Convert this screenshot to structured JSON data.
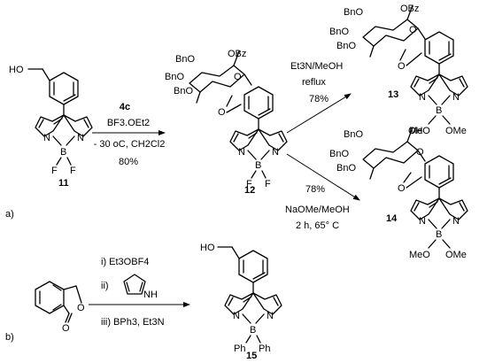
{
  "part_a": {
    "label": "a)",
    "compound_11": {
      "number": "11",
      "atoms": {
        "ho": "HO",
        "n1": "N",
        "n2": "N",
        "b": "B",
        "f1": "F",
        "f2": "F"
      }
    },
    "step1": {
      "reagent": "4c",
      "reagent2": "BF3.OEt2",
      "conditions": "- 30 oC, CH2Cl2",
      "yield": "80%"
    },
    "compound_12": {
      "number": "12",
      "atoms": {
        "bno1": "BnO",
        "bno2": "BnO",
        "bno3": "BnO",
        "obz": "OBz",
        "o1": "O",
        "o2": "O",
        "n1": "N",
        "n2": "N",
        "b": "B",
        "f1": "F",
        "f2": "F"
      }
    },
    "step_13": {
      "reagent": "Et3N/MeOH",
      "conditions": "reflux",
      "yield": "78%"
    },
    "compound_13": {
      "number": "13",
      "atoms": {
        "bno1": "BnO",
        "bno2": "BnO",
        "bno3": "BnO",
        "obz": "OBz",
        "o1": "O",
        "o2": "O",
        "n1": "N",
        "n2": "N",
        "b": "B",
        "meo": "MeO",
        "ome": "OMe"
      }
    },
    "step_14": {
      "yield": "78%",
      "reagent": "NaOMe/MeOH",
      "conditions": "2 h, 65° C"
    },
    "compound_14": {
      "number": "14",
      "atoms": {
        "bno1": "BnO",
        "bno2": "BnO",
        "bno3": "BnO",
        "oh": "OH",
        "o1": "O",
        "o2": "O",
        "n1": "N",
        "n2": "N",
        "b": "B",
        "meo": "MeO",
        "ome": "OMe"
      }
    }
  },
  "part_b": {
    "label": "b)",
    "start_atoms": {
      "o1": "O",
      "o2": "O"
    },
    "step_i": "i) Et3OBF4",
    "step_ii": "ii)",
    "pyrrole_nh": "NH",
    "step_iii": "iii) BPh3, Et3N",
    "compound_15": {
      "number": "15",
      "atoms": {
        "ho": "HO",
        "n1": "N",
        "n2": "N",
        "b": "B",
        "ph1": "Ph",
        "ph2": "Ph"
      }
    }
  }
}
